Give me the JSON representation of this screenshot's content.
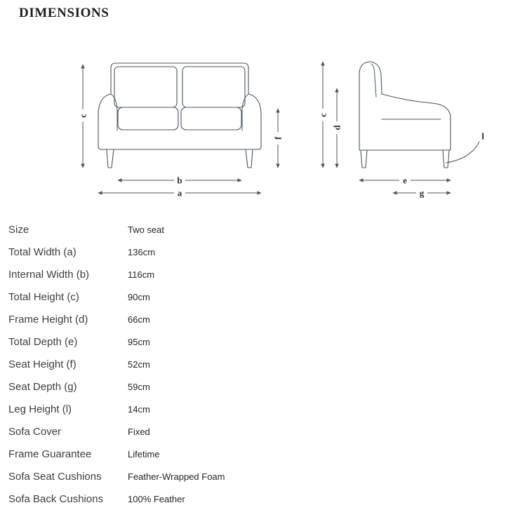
{
  "title": "DIMENSIONS",
  "colors": {
    "line": "#4a5761",
    "dim_letter": "#2c2c2c",
    "label_text": "#3e3e3e",
    "value_text": "#252525",
    "title_text": "#1d1d1d"
  },
  "diagram": {
    "front_view": {
      "total_height_label": "c",
      "seat_height_label": "f",
      "internal_width_label": "b",
      "total_width_label": "a"
    },
    "side_view": {
      "total_height_label": "c",
      "frame_height_label": "d",
      "total_depth_label": "e",
      "seat_depth_label": "g",
      "leg_height_label": "l"
    }
  },
  "specs": [
    {
      "label": "Size",
      "value": "Two seat"
    },
    {
      "label": "Total Width (a)",
      "value": "136cm"
    },
    {
      "label": "Internal Width (b)",
      "value": "116cm"
    },
    {
      "label": "Total Height (c)",
      "value": "90cm"
    },
    {
      "label": "Frame Height (d)",
      "value": "66cm"
    },
    {
      "label": "Total Depth (e)",
      "value": "95cm"
    },
    {
      "label": "Seat Height (f)",
      "value": "52cm"
    },
    {
      "label": "Seat Depth (g)",
      "value": "59cm"
    },
    {
      "label": "Leg Height (l)",
      "value": "14cm"
    },
    {
      "label": "Sofa Cover",
      "value": "Fixed"
    },
    {
      "label": "Frame Guarantee",
      "value": "Lifetime"
    },
    {
      "label": "Sofa Seat Cushions",
      "value": "Feather-Wrapped Foam"
    },
    {
      "label": "Sofa Back Cushions",
      "value": "100% Feather"
    }
  ]
}
